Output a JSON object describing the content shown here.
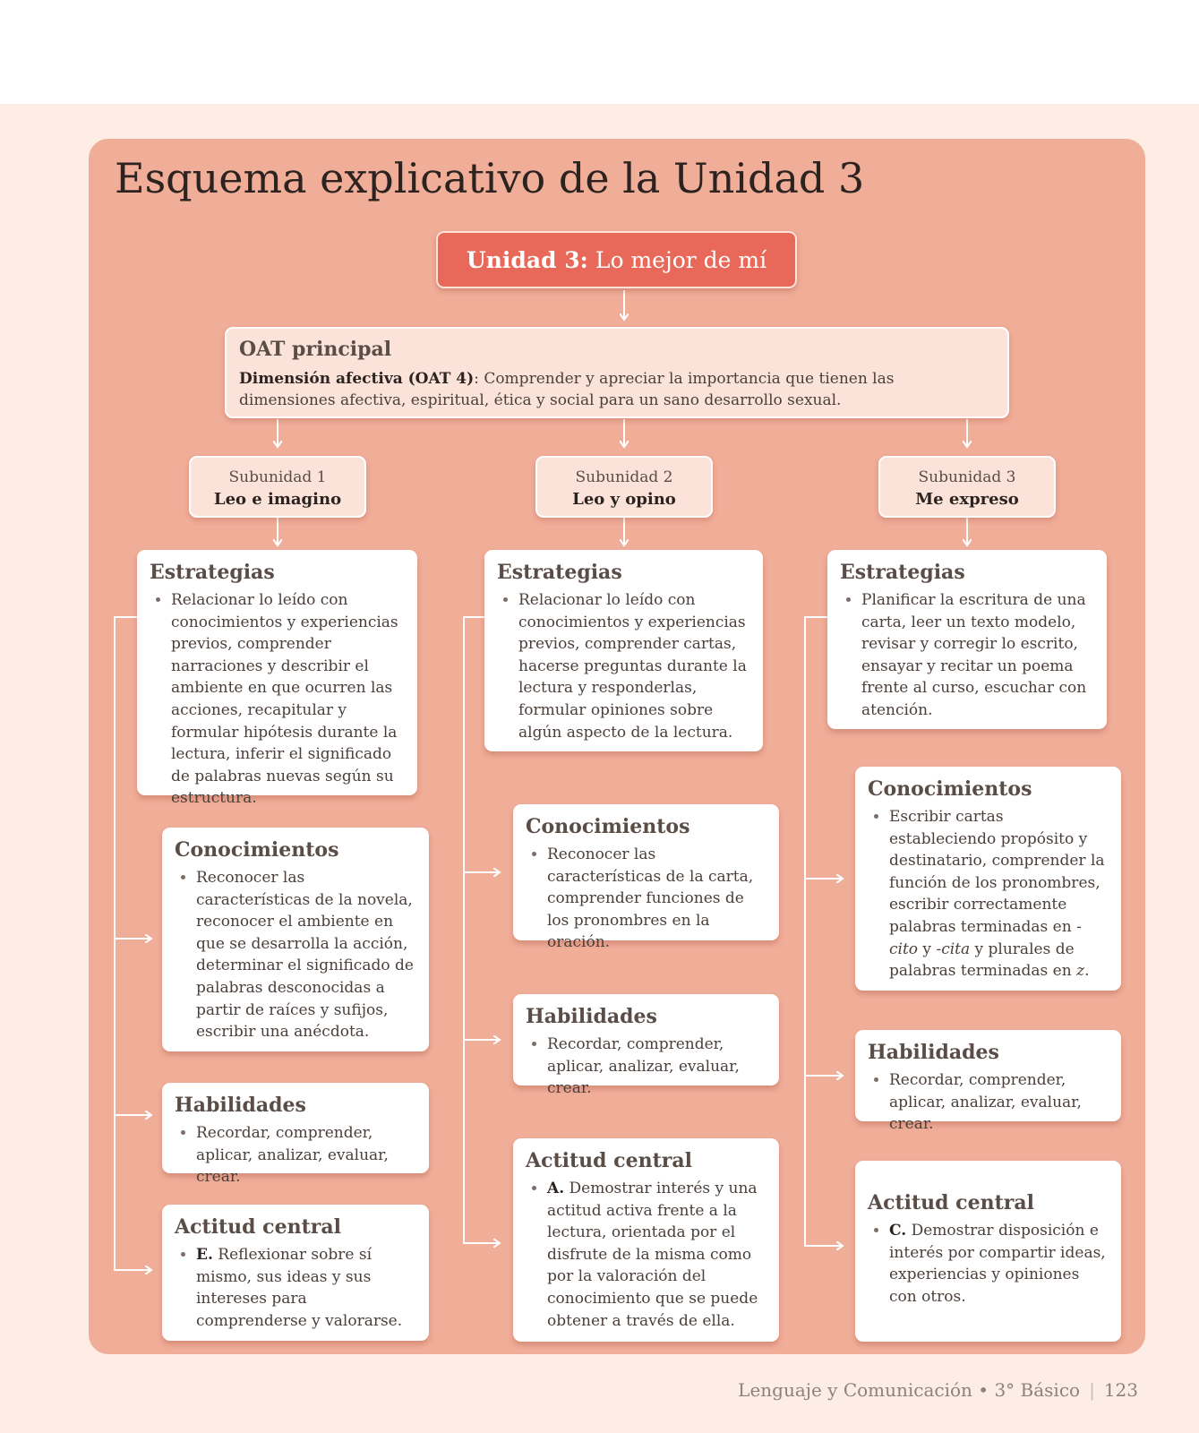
{
  "title": "Esquema explicativo de la Unidad 3",
  "unit": {
    "label": "Unidad 3:",
    "name": "Lo mejor de mí"
  },
  "oat": {
    "title": "OAT principal",
    "bold": "Dimensión afectiva (OAT 4)",
    "text": ": Comprender y apreciar la importancia que tienen las dimensiones afectiva, espiritual, ética y social para un sano desarrollo sexual."
  },
  "subunits": [
    {
      "label": "Subunidad 1",
      "name": "Leo e imagino",
      "estrategias": {
        "title": "Estrategias",
        "items": [
          "Relacionar lo leído con conocimientos y experiencias previos, comprender narraciones y describir el ambiente en que ocurren las acciones, recapitular y formular hipótesis durante la lectura, inferir el significado de palabras nuevas según su estructura."
        ]
      },
      "conocimientos": {
        "title": "Conocimientos",
        "items": [
          "Reconocer las características de la novela, reconocer el ambiente en que se desarrolla la acción, determinar el significado de palabras desconocidas a partir de raíces y sufijos, escribir una anécdota."
        ]
      },
      "habilidades": {
        "title": "Habilidades",
        "items": [
          "Recordar, comprender, aplicar, analizar, evaluar, crear."
        ]
      },
      "actitud": {
        "title": "Actitud central",
        "letter": "E.",
        "text": "Reflexionar sobre sí mismo, sus ideas y sus intereses para comprenderse y valorarse."
      }
    },
    {
      "label": "Subunidad 2",
      "name": "Leo y opino",
      "estrategias": {
        "title": "Estrategias",
        "items": [
          "Relacionar lo leído con conocimientos y experiencias previos, comprender cartas, hacerse preguntas durante la lectura y responderlas, formular opiniones sobre algún aspecto de la lectura."
        ]
      },
      "conocimientos": {
        "title": "Conocimientos",
        "items": [
          "Reconocer las características de la carta, comprender funciones de los pronombres en la oración."
        ]
      },
      "habilidades": {
        "title": "Habilidades",
        "items": [
          "Recordar, comprender, aplicar, analizar, evaluar, crear."
        ]
      },
      "actitud": {
        "title": "Actitud central",
        "letter": "A.",
        "text": "Demostrar interés y una actitud activa frente a la lectura, orientada por el disfrute de la misma como por la valoración del conocimiento que se puede obtener a través de ella."
      }
    },
    {
      "label": "Subunidad 3",
      "name": "Me expreso",
      "estrategias": {
        "title": "Estrategias",
        "items": [
          "Planificar la escritura de una carta, leer un texto modelo, revisar y corregir lo escrito, ensayar y recitar un poema frente al curso, escuchar con atención."
        ]
      },
      "conocimientos": {
        "title": "Conocimientos",
        "parts": {
          "a": "Escribir cartas estableciendo propósito y destinatario, comprender la función de los pronombres, escribir correctamente palabras terminadas en ",
          "b": "-cito",
          "c": " y ",
          "d": "-cita",
          "e": " y plurales de palabras terminadas en ",
          "f": "z",
          "g": "."
        }
      },
      "habilidades": {
        "title": "Habilidades",
        "items": [
          "Recordar, comprender, aplicar, analizar, evaluar, crear."
        ]
      },
      "actitud": {
        "title": "Actitud central",
        "letter": "C.",
        "text": "Demostrar disposición e interés por compartir ideas, experiencias y opiniones con otros."
      }
    }
  ],
  "footer": {
    "subject": "Lenguaje y Comunicación • 3° Básico",
    "page": "123"
  },
  "colors": {
    "panel": "#f0ad98",
    "unit_box": "#e8695a",
    "light_box": "#fbe3d9",
    "page_bg": "#fdede5"
  }
}
